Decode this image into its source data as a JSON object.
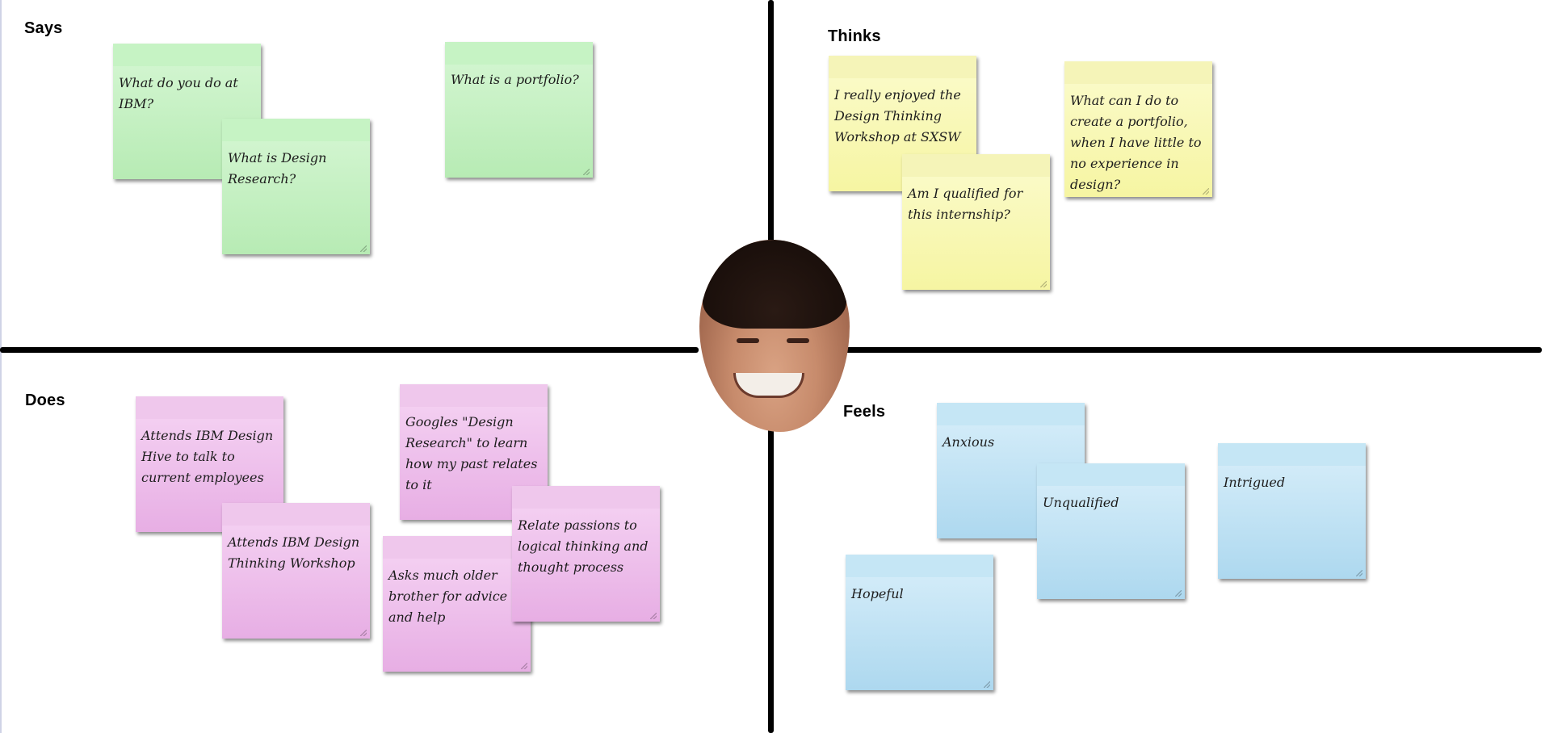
{
  "quadrants": {
    "says": {
      "label": "Says",
      "notes": [
        "What do you do at IBM?",
        "What is Design Research?",
        "What is a portfolio?"
      ]
    },
    "thinks": {
      "label": "Thinks",
      "notes": [
        "I really enjoyed the Design Thinking Workshop at SXSW",
        "Am I qualified for this internship?",
        "What can I do to create a portfolio, when I have little to no experience in design?"
      ]
    },
    "does": {
      "label": "Does",
      "notes": [
        "Attends IBM Design Hive to talk to current employees",
        "Attends IBM Design Thinking Workshop",
        "Googles \"Design Research\" to learn how my past relates to it",
        "Asks much older brother for advice and help",
        "Relate passions to logical thinking and thought process"
      ]
    },
    "feels": {
      "label": "Feels",
      "notes": [
        "Anxious",
        "Unqualified",
        "Intrigued",
        "Hopeful"
      ]
    }
  },
  "center": {
    "avatar": "user-photo"
  },
  "colors": {
    "says": "#c6f3c4",
    "thinks": "#f7f6b0",
    "does": "#efc2ec",
    "feels": "#c5e6f5",
    "divider": "#000000"
  }
}
